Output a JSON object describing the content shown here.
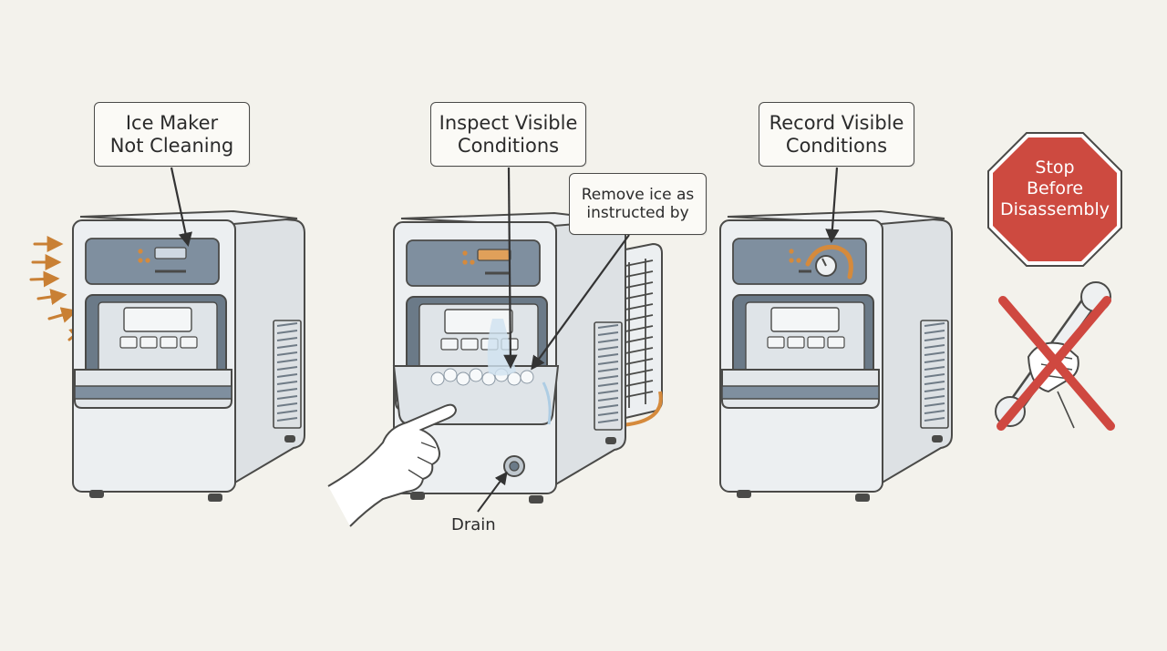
{
  "steps": {
    "step1_label": [
      "Ice Maker",
      "Not Cleaning"
    ],
    "step2_label": [
      "Inspect Visible",
      "Conditions"
    ],
    "step2_note": [
      "Remove ice as",
      "instructed by"
    ],
    "step2_drain": "Drain",
    "step3_label": [
      "Record Visible",
      "Conditions"
    ]
  },
  "stop_sign": [
    "Stop",
    "Before",
    "Disassembly"
  ],
  "icons": [
    "airflow-arrows-icon",
    "ice-maker-icon",
    "pointing-hand-icon",
    "drain-icon",
    "condenser-coil-icon",
    "dial-icon",
    "stop-sign-icon",
    "no-tools-icon"
  ],
  "colors": {
    "outline": "#4a4a48",
    "panel": "#7f8f9f",
    "body": "#e9ecee",
    "accent_orange": "#d58a3c",
    "stop_red": "#cd4a40",
    "prohibit_red": "#cf4840"
  }
}
